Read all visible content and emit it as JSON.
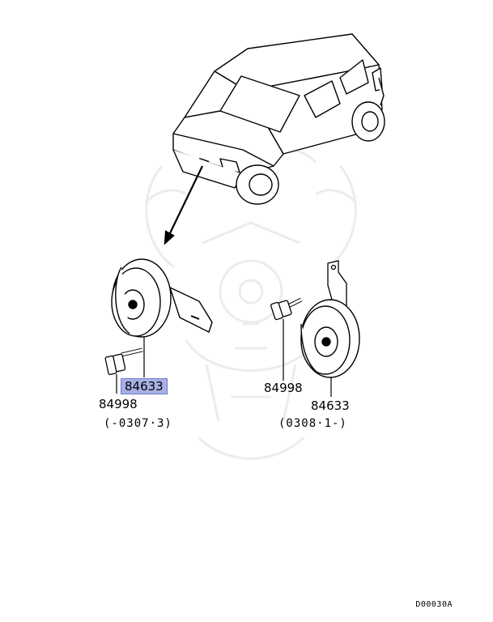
{
  "left_assembly": {
    "horn_part_no": "84633",
    "bolt_part_no": "84998",
    "date_range": "(-0307·3)",
    "highlight_color": "#a8b0e6"
  },
  "right_assembly": {
    "bolt_part_no": "84998",
    "horn_part_no": "84633",
    "date_range": "(0308·1-)"
  },
  "diagram_code": "D00030A",
  "icons": {
    "vehicle": "suv-vehicle-icon",
    "horn": "horn-icon",
    "bolt": "bolt-icon",
    "watermark": "samurai-mask-watermark-icon"
  }
}
